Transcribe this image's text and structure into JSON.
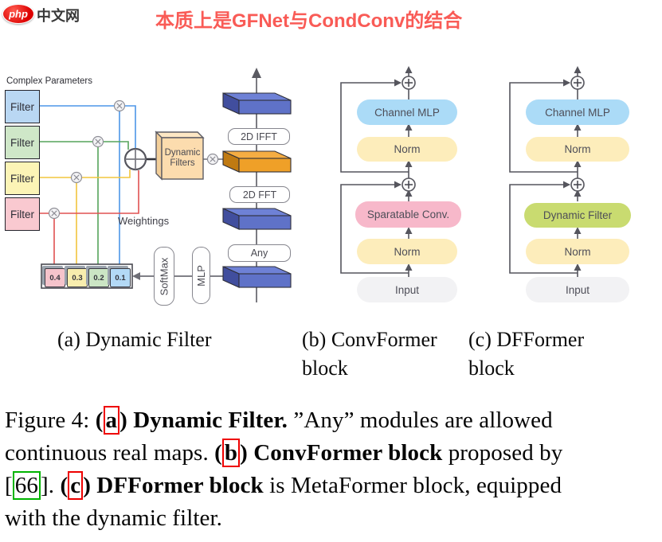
{
  "header": {
    "logo_brand": "php",
    "logo_site": "中文网",
    "title": "本质上是GFNet与CondConv的结合"
  },
  "figure": {
    "panel_a": {
      "complex_parameters_label": "Complex Parameters",
      "filters": [
        {
          "label": "Filter",
          "color": "#b9d7f3",
          "wire": "#4d96e8"
        },
        {
          "label": "Filter",
          "color": "#cfe7c8",
          "wire": "#55a45b"
        },
        {
          "label": "Filter",
          "color": "#fcf4b6",
          "wire": "#f2c53d"
        },
        {
          "label": "Filter",
          "color": "#f9c9d0",
          "wire": "#e05252"
        }
      ],
      "weightings_label": "Weightings",
      "weights": [
        {
          "value": "0.4",
          "color": "#f5c3cb"
        },
        {
          "value": "0.3",
          "color": "#f8edae"
        },
        {
          "value": "0.2",
          "color": "#cbe5c4"
        },
        {
          "value": "0.1",
          "color": "#b3d9f6"
        }
      ],
      "softmax_label": "SoftMax",
      "mlp_label": "MLP",
      "dynamic_filters_label": "Dynamic Filters",
      "ifft_label": "2D IFFT",
      "fft_label": "2D FFT",
      "any_label": "Any"
    },
    "panel_b": {
      "channel_mlp": "Channel MLP",
      "norm_top": "Norm",
      "mixer": "Sparatable Conv.",
      "norm_bottom": "Norm",
      "input": "Input"
    },
    "panel_c": {
      "channel_mlp": "Channel MLP",
      "norm_top": "Norm",
      "mixer": "Dynamic Filter",
      "norm_bottom": "Norm",
      "input": "Input"
    },
    "subcaption_a": "(a) Dynamic Filter",
    "subcaption_b_line1": "(b) ConvFormer",
    "subcaption_b_line2": "block",
    "subcaption_c_line1": "(c) DFFormer",
    "subcaption_c_line2": "block"
  },
  "caption": {
    "segments": [
      {
        "t": "Figure 4: ",
        "b": 0
      },
      {
        "t": "(",
        "b": 1
      },
      {
        "t": "a",
        "b": 1,
        "box": "red"
      },
      {
        "t": ") ",
        "b": 1
      },
      {
        "t": "Dynamic Filter.",
        "b": 1
      },
      {
        "t": " ”Any” modules are allowed\n",
        "b": 0
      },
      {
        "t": "continuous real maps. ",
        "b": 0
      },
      {
        "t": "(",
        "b": 1
      },
      {
        "t": "b",
        "b": 1,
        "box": "red"
      },
      {
        "t": ") ",
        "b": 1
      },
      {
        "t": "ConvFormer block",
        "b": 1
      },
      {
        "t": " proposed by\n",
        "b": 0
      },
      {
        "t": "[",
        "b": 0
      },
      {
        "t": "66",
        "b": 0,
        "box": "green"
      },
      {
        "t": "]. ",
        "b": 0
      },
      {
        "t": "(",
        "b": 1
      },
      {
        "t": "c",
        "b": 1,
        "box": "red"
      },
      {
        "t": ") ",
        "b": 1
      },
      {
        "t": "DFFormer block",
        "b": 1
      },
      {
        "t": " is MetaFormer block, equipped\n",
        "b": 0
      },
      {
        "t": "with the dynamic filter.",
        "b": 0
      }
    ]
  },
  "colors": {
    "title_red": "#f95b56",
    "link_box_red": "#ee0000",
    "citation_box_green": "#00b400",
    "slab_blue": "#5f72c8",
    "slab_orange": "#efa028",
    "channel_mlp_blue": "#abdbf7",
    "norm_yellow": "#fdedbb",
    "sparatable_pink": "#f7b8ca",
    "dynamic_filter_green": "#c9db70",
    "input_gray": "#f2f2f4",
    "dynamic_filters_tan": "#fcdcae"
  }
}
